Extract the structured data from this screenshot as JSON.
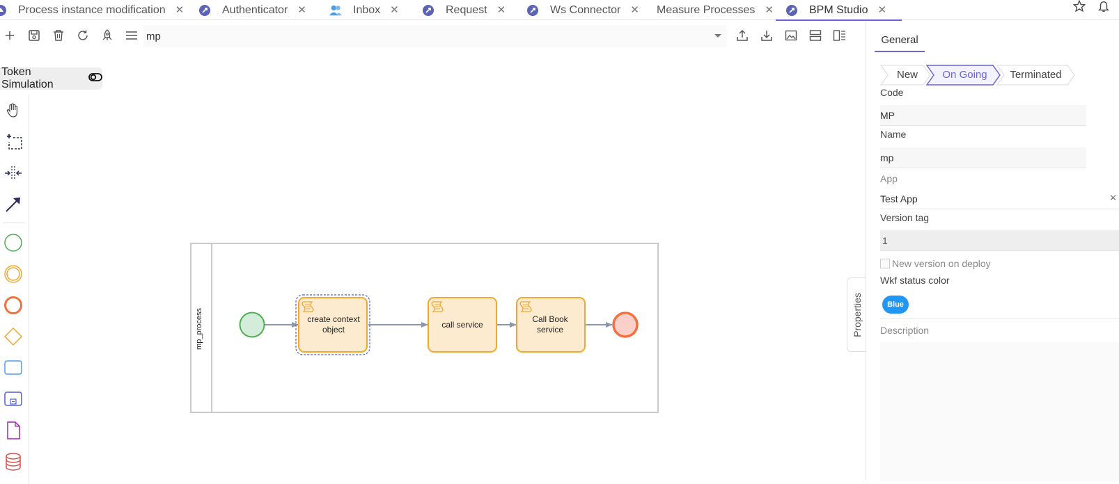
{
  "tabs": [
    {
      "label": "Process instance modification",
      "icon": "process-icon",
      "active": false
    },
    {
      "label": "Authenticator",
      "icon": "globe-rocket-icon",
      "active": false
    },
    {
      "label": "Inbox",
      "icon": "users-icon",
      "active": false
    },
    {
      "label": "Request",
      "icon": "globe-rocket-icon",
      "active": false
    },
    {
      "label": "Ws Connector",
      "icon": "globe-rocket-icon",
      "active": false
    },
    {
      "label": "Measure Processes",
      "icon": "none",
      "active": false
    },
    {
      "label": "BPM Studio",
      "icon": "globe-rocket-icon",
      "active": true
    }
  ],
  "toolbar": {
    "process_value": "mp",
    "left_icons": [
      "plus-icon",
      "save-icon",
      "trash-icon",
      "refresh-icon",
      "deploy-rocket-icon",
      "menu-icon"
    ],
    "right_icons": [
      "upload-icon",
      "download-icon",
      "image-icon",
      "layout-rows-icon",
      "layout-columns-icon"
    ]
  },
  "canvas": {
    "token_simulation_label": "Token Simulation",
    "palette": [
      "hand-tool-icon",
      "lasso-tool-icon",
      "space-tool-icon",
      "connect-tool-icon",
      "start-event-icon",
      "intermediate-event-icon",
      "end-event-icon",
      "gateway-icon",
      "task-icon",
      "subprocess-icon",
      "data-object-icon",
      "data-store-icon"
    ],
    "pool_label": "mp_process",
    "tasks": [
      {
        "label_line1": "create context",
        "label_line2": "object"
      },
      {
        "label_line1": "call service",
        "label_line2": ""
      },
      {
        "label_line1": "Call Book",
        "label_line2": "service"
      }
    ],
    "colors": {
      "task_fill": "#fdebd0",
      "task_stroke": "#f0a830",
      "start_fill": "#d4edda",
      "start_stroke": "#4caf50",
      "end_fill": "#fbd0c8",
      "end_stroke": "#f4703c",
      "flow": "#8797ad"
    }
  },
  "properties_tab_label": "Properties",
  "panel": {
    "tab_label": "General",
    "status_steps": [
      "New",
      "On Going",
      "Terminated"
    ],
    "active_step": "On Going",
    "code_label": "Code",
    "code_value": "MP",
    "name_label": "Name",
    "name_value": "mp",
    "app_label": "App",
    "app_value": "Test App",
    "version_label": "Version tag",
    "version_value": "1",
    "new_version_label": "New version on deploy",
    "status_color_label": "Wkf status color",
    "status_color_value": "Blue",
    "description_label": "Description",
    "accent_color": "#6b63d9"
  }
}
